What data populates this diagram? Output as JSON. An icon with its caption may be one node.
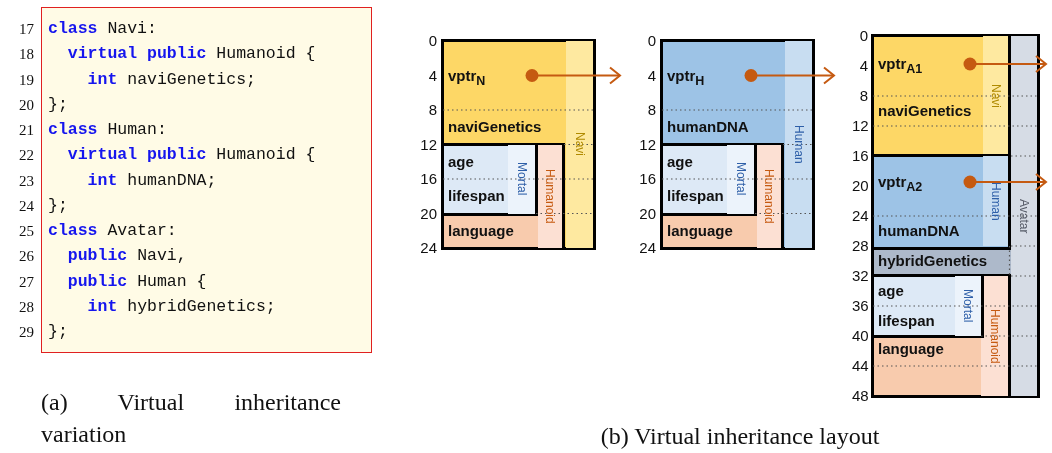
{
  "diagram": {
    "nodes": [
      {
        "text": [
          "**class** Navi:",
          "  **virtual** **public** Humanoid {",
          "    **int** naviGenetics;",
          "};",
          "**class** Human:",
          "  **virtual** **public** Humanoid {",
          "    **int** humanDNA;",
          "};",
          "**class** Avatar:",
          "  **public** Navi,",
          "  **public** Human {",
          "    **int** hybridGenetics;",
          "};"
        ],
        "beside": [
          "17",
          "18",
          "19",
          "20",
          "21",
          "22",
          "23",
          "24",
          "25",
          "26",
          "27",
          "28",
          "29"
        ]
      },
      {
        "text": [
          "naviGenetics",
          "Navi"
        ]
      },
      {
        "text": [
          "vptr$_{N}$"
        ],
        "in": 1
      },
      {
        "text": [
          "language",
          "Humanoid"
        ],
        "in": 1
      },
      {
        "text": [
          "age",
          "lifespan",
          "Mortal"
        ],
        "in": 3
      },
      {
        "text": [
          "humanDNA",
          "Human"
        ]
      },
      {
        "text": [
          "vptr$_{H}$"
        ],
        "in": 5
      },
      {
        "text": [
          "language",
          "Humanoid"
        ],
        "in": 5
      },
      {
        "text": [
          "age",
          "lifespan",
          "Mortal"
        ],
        "in": 7
      },
      {
        "text": [
          "hybridGenetics",
          "Avatar"
        ]
      },
      {
        "text": [
          "naviGenetics",
          "Navi"
        ],
        "in": 9
      },
      {
        "text": [
          "vptr$_{A1}$"
        ],
        "in": 10
      },
      {
        "text": [
          "humanDNA",
          "Human"
        ],
        "in": 9
      },
      {
        "text": [
          "vptr$_{A2}$"
        ],
        "in": 12
      },
      {
        "text": [
          "language",
          "Humanoid"
        ],
        "in": 9
      },
      {
        "text": [
          "age",
          "lifespan",
          "Mortal"
        ],
        "in": 14
      }
    ],
    "edges": [
      {
        "from": 2,
        "to": null,
        "arrow": "to"
      },
      {
        "from": 6,
        "to": null,
        "arrow": "to"
      },
      {
        "from": 11,
        "to": null,
        "arrow": "to"
      },
      {
        "from": 13,
        "to": null,
        "arrow": "to"
      }
    ],
    "labels": [
      "0",
      "4",
      "8",
      "12",
      "16",
      "20",
      "24",
      "0",
      "4",
      "8",
      "12",
      "16",
      "20",
      "24",
      "0",
      "4",
      "8",
      "12",
      "16",
      "20",
      "24",
      "28",
      "32",
      "36",
      "40",
      "44",
      "48",
      "(a) Virtual inheritance variation",
      "(b) Virtual inheritance layout"
    ]
  }
}
